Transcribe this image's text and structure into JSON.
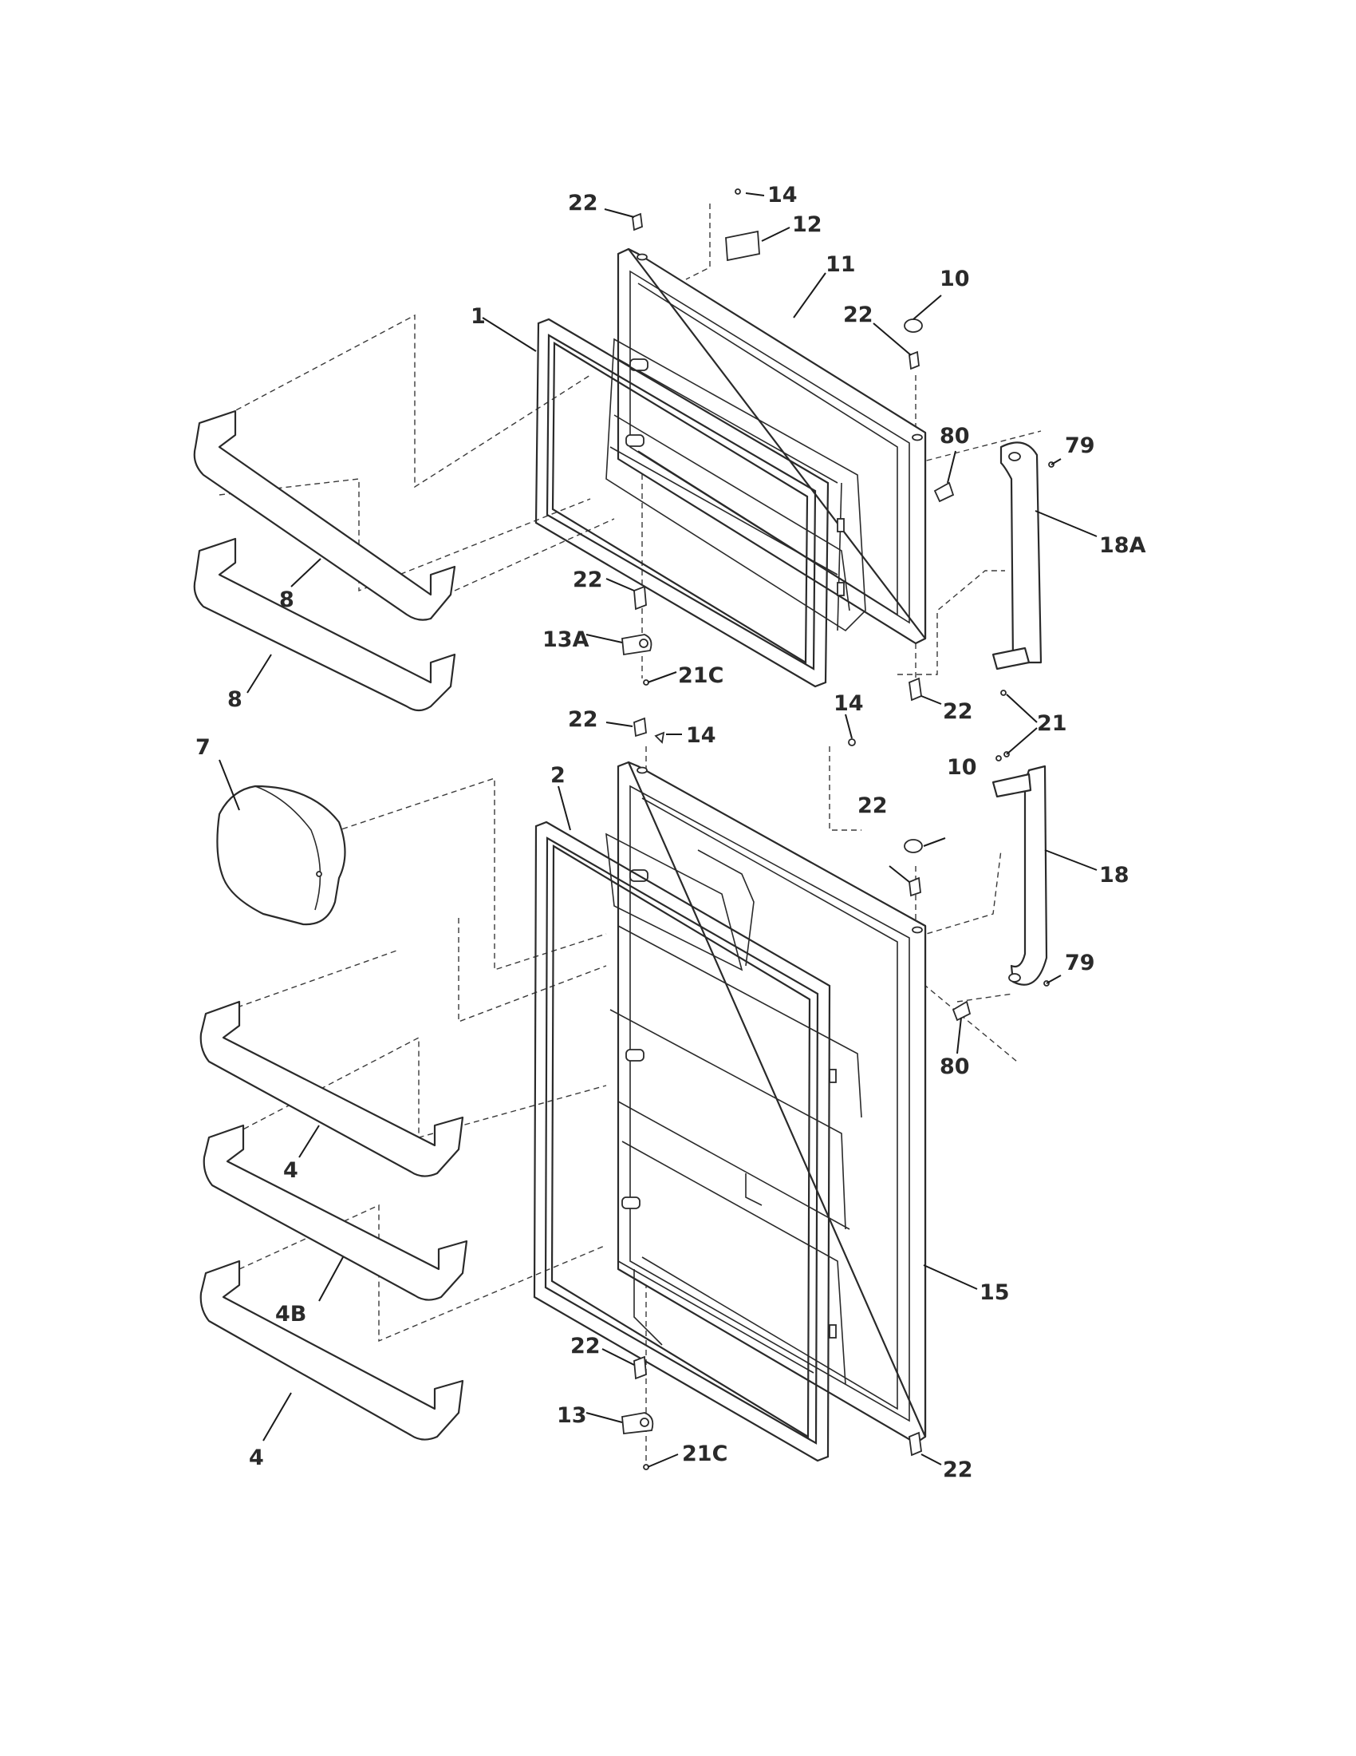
{
  "callouts": {
    "c1": "1",
    "c2": "2",
    "c4a": "4",
    "c4b": "4",
    "c4B": "4B",
    "c7": "7",
    "c8a": "8",
    "c8b": "8",
    "c10a": "10",
    "c10b": "10",
    "c11": "11",
    "c12": "12",
    "c13": "13",
    "c13A": "13A",
    "c14a": "14",
    "c14b": "14",
    "c14c": "14",
    "c15": "15",
    "c18": "18",
    "c18A": "18A",
    "c21": "21",
    "c21Ca": "21C",
    "c21Cb": "21C",
    "c22a": "22",
    "c22b": "22",
    "c22c": "22",
    "c22d": "22",
    "c22e": "22",
    "c22f": "22",
    "c22g": "22",
    "c22h": "22",
    "c79a": "79",
    "c79b": "79",
    "c80a": "80",
    "c80b": "80"
  }
}
